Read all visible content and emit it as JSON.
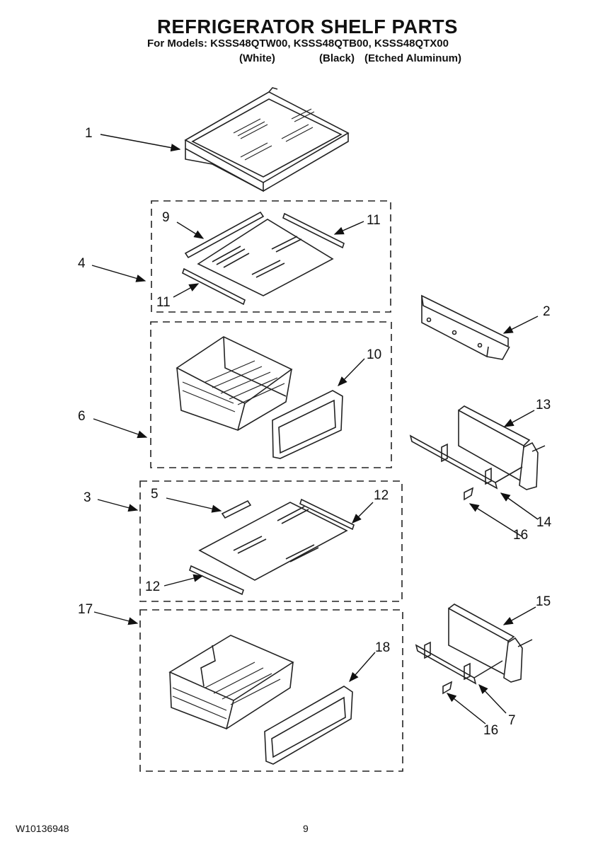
{
  "header": {
    "title": "REFRIGERATOR SHELF PARTS",
    "models_line": "For Models: KSSS48QTW00, KSSS48QTB00, KSSS48QTX00",
    "variants": [
      "(White)",
      "(Black)",
      "(Etched Aluminum)"
    ]
  },
  "callouts": [
    "1",
    "9",
    "11",
    "4",
    "11",
    "2",
    "10",
    "6",
    "13",
    "3",
    "5",
    "12",
    "14",
    "16",
    "12",
    "17",
    "15",
    "18",
    "7",
    "16"
  ],
  "footer": {
    "doc_number": "W10136948",
    "page": "9"
  }
}
